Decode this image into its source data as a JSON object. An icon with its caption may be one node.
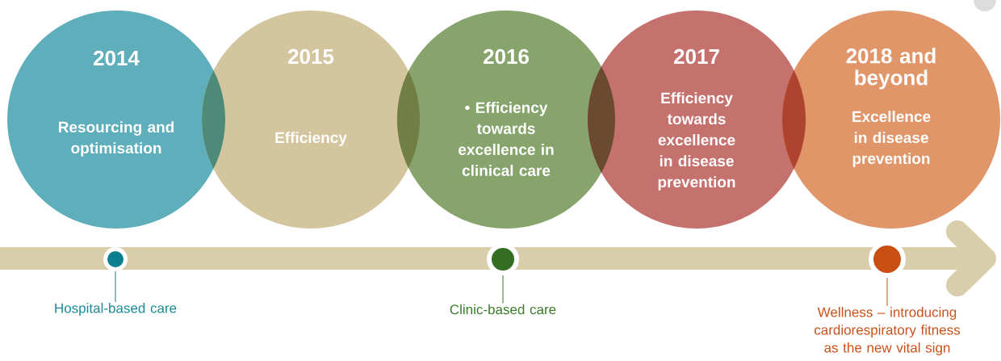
{
  "diagram": {
    "nodes": [
      {
        "text": [
          "2014",
          "Resourcing and optimisation"
        ]
      },
      {
        "text": [
          "2015",
          "Efficiency"
        ]
      },
      {
        "text": [
          "2016",
          "• Efficiency towards excellence in clinical care"
        ]
      },
      {
        "text": [
          "2017",
          "Efficiency towards excellence in disease prevention"
        ]
      },
      {
        "text": [
          "2018 and beyond",
          "Excellence in disease prevention"
        ]
      },
      {
        "text": [],
        "shape": "circle"
      },
      {
        "text": [
          "Hospital-based care"
        ]
      },
      {
        "text": [],
        "shape": "circle"
      },
      {
        "text": [
          "Clinic-based care"
        ]
      },
      {
        "text": [],
        "shape": "circle"
      },
      {
        "text": [
          "Wellness – introducing cardiorespiratory fitness as the new vital sign"
        ]
      }
    ],
    "edges": [
      {
        "from": 6,
        "to": 5,
        "arrow": "none",
        "color": "#0b7f8f"
      },
      {
        "from": 8,
        "to": 7,
        "arrow": "none",
        "color": "#336e23"
      },
      {
        "from": 10,
        "to": 9,
        "arrow": "none",
        "color": "#c94e12"
      }
    ]
  }
}
